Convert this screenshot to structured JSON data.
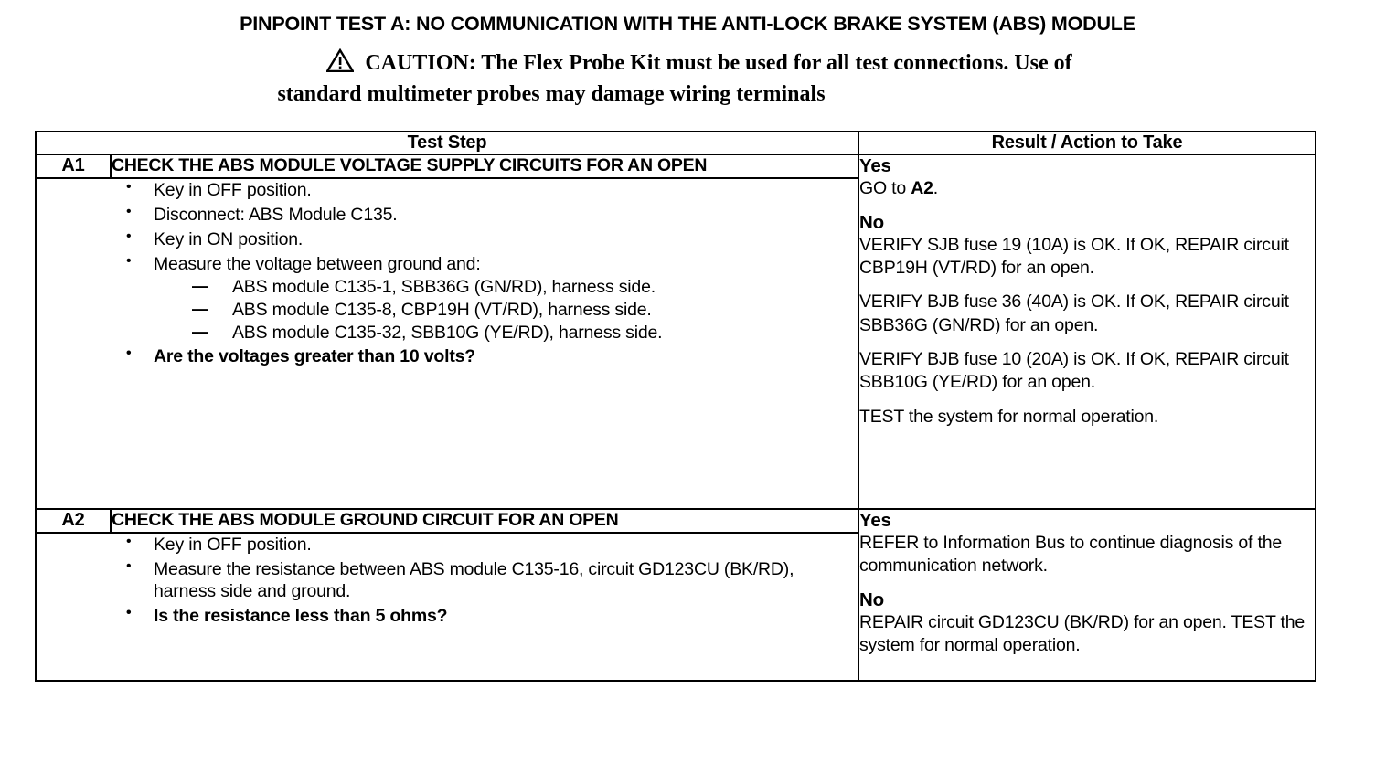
{
  "document": {
    "title": "PINPOINT TEST A: NO COMMUNICATION WITH THE ANTI-LOCK BRAKE SYSTEM (ABS) MODULE",
    "caution": {
      "icon": "warning-triangle-icon",
      "line1": "CAUTION: The Flex Probe Kit must be used for all test connections. Use of",
      "line2": "standard multimeter probes may damage wiring terminals"
    }
  },
  "table": {
    "headers": {
      "test_step": "Test Step",
      "result_action": "Result / Action to Take"
    },
    "steps": [
      {
        "id": "A1",
        "title": "CHECK THE ABS MODULE VOLTAGE SUPPLY CIRCUITS FOR AN OPEN",
        "bullets": [
          {
            "text": "Key in OFF position.",
            "bold": false
          },
          {
            "text": "Disconnect: ABS Module C135.",
            "bold": false
          },
          {
            "text": "Key in ON position.",
            "bold": false
          },
          {
            "text": "Measure the voltage between ground and:",
            "bold": false,
            "sub": [
              "ABS module C135-1, SBB36G (GN/RD), harness side.",
              "ABS module C135-8, CBP19H (VT/RD), harness side.",
              "ABS module C135-32, SBB10G (YE/RD), harness side."
            ]
          },
          {
            "text": "Are the voltages greater than 10 volts?",
            "bold": true
          }
        ],
        "result": {
          "yes_label": "Yes",
          "yes_text_pre": "GO to ",
          "yes_text_bold": "A2",
          "yes_text_post": ".",
          "no_label": "No",
          "no_paragraphs": [
            "VERIFY SJB fuse 19 (10A) is OK. If OK, REPAIR circuit CBP19H (VT/RD) for an open.",
            "VERIFY BJB fuse 36 (40A) is OK. If OK, REPAIR circuit SBB36G (GN/RD) for an open.",
            "VERIFY BJB fuse 10 (20A) is OK. If OK, REPAIR circuit SBB10G (YE/RD) for an open.",
            "TEST the system for normal operation."
          ]
        }
      },
      {
        "id": "A2",
        "title": "CHECK THE ABS MODULE GROUND CIRCUIT FOR AN OPEN",
        "bullets": [
          {
            "text": "Key in OFF position.",
            "bold": false
          },
          {
            "text": "Measure the resistance between ABS module C135-16, circuit GD123CU (BK/RD), harness side and ground.",
            "bold": false
          },
          {
            "text": "Is the resistance less than 5 ohms?",
            "bold": true
          }
        ],
        "result": {
          "yes_label": "Yes",
          "yes_text": "REFER to Information Bus to continue diagnosis of the communication network.",
          "no_label": "No",
          "no_paragraphs": [
            "REPAIR circuit GD123CU (BK/RD) for an open. TEST the system for normal operation."
          ]
        }
      }
    ]
  },
  "colors": {
    "text": "#000000",
    "background": "#ffffff",
    "border": "#000000"
  }
}
